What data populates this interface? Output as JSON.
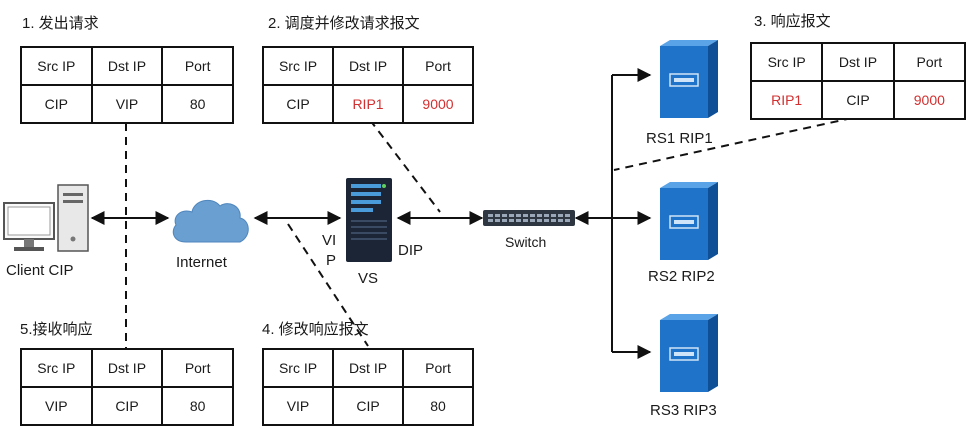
{
  "steps": [
    {
      "title": "1. 发出请求",
      "headers": [
        "Src IP",
        "Dst IP",
        "Port"
      ],
      "values": [
        "CIP",
        "VIP",
        "80"
      ],
      "red": [
        false,
        false,
        false
      ]
    },
    {
      "title": "2. 调度并修改请求报文",
      "headers": [
        "Src IP",
        "Dst IP",
        "Port"
      ],
      "values": [
        "CIP",
        "RIP1",
        "9000"
      ],
      "red": [
        false,
        true,
        true
      ]
    },
    {
      "title": "3. 响应报文",
      "headers": [
        "Src IP",
        "Dst IP",
        "Port"
      ],
      "values": [
        "RIP1",
        "CIP",
        "9000"
      ],
      "red": [
        true,
        false,
        true
      ]
    },
    {
      "title": "4. 修改响应报文",
      "headers": [
        "Src IP",
        "Dst IP",
        "Port"
      ],
      "values": [
        "VIP",
        "CIP",
        "80"
      ],
      "red": [
        false,
        false,
        false
      ]
    },
    {
      "title": "5.接收响应",
      "headers": [
        "Src IP",
        "Dst IP",
        "Port"
      ],
      "values": [
        "VIP",
        "CIP",
        "80"
      ],
      "red": [
        false,
        false,
        false
      ]
    }
  ],
  "nodes": {
    "client": "Client CIP",
    "internet": "Internet",
    "vs": "VS",
    "vip_a": "VI",
    "vip_b": "P",
    "dip": "DIP",
    "switch": "Switch",
    "rs1": "RS1 RIP1",
    "rs2": "RS2 RIP2",
    "rs3": "RS3 RIP3"
  },
  "colors": {
    "highlight": "#d23030",
    "server": "#1f73c9",
    "cloud": "#6a9fd1"
  }
}
